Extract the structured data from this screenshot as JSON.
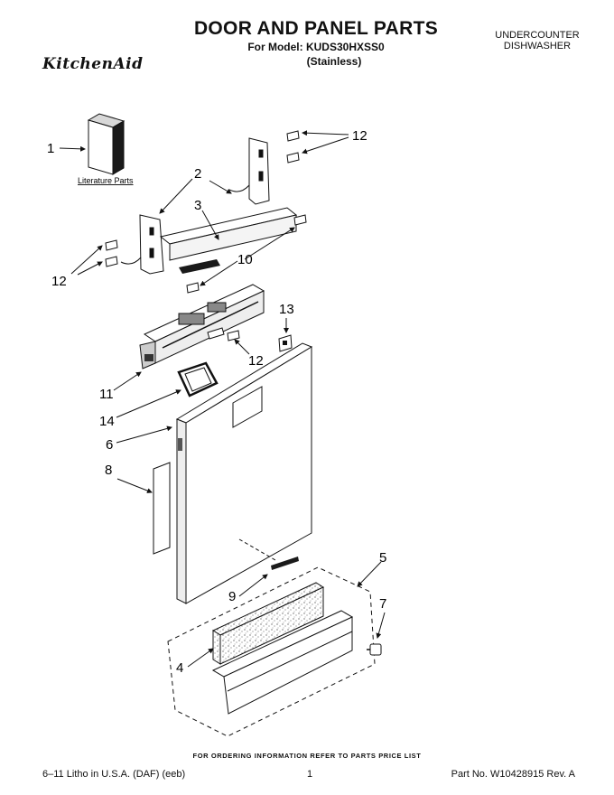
{
  "header": {
    "title": "DOOR AND PANEL PARTS",
    "model_line": "For Model: KUDS30HXSS0",
    "variant": "(Stainless)",
    "category_line1": "UNDERCOUNTER",
    "category_line2": "DISHWASHER",
    "brand": "KitchenAid"
  },
  "diagram": {
    "literature_label": "Literature Parts",
    "callouts": {
      "c1": "1",
      "c2": "2",
      "c3": "3",
      "c4": "4",
      "c5": "5",
      "c6": "6",
      "c7": "7",
      "c8": "8",
      "c9": "9",
      "c10": "10",
      "c11": "11",
      "c12a": "12",
      "c12b": "12",
      "c12c": "12",
      "c13": "13",
      "c14": "14"
    }
  },
  "footer": {
    "note": "FOR ORDERING INFORMATION REFER TO PARTS PRICE LIST",
    "litho": "6–11 Litho in U.S.A. (DAF) (eeb)",
    "page": "1",
    "part_number": "Part No. W10428915 Rev. A"
  }
}
